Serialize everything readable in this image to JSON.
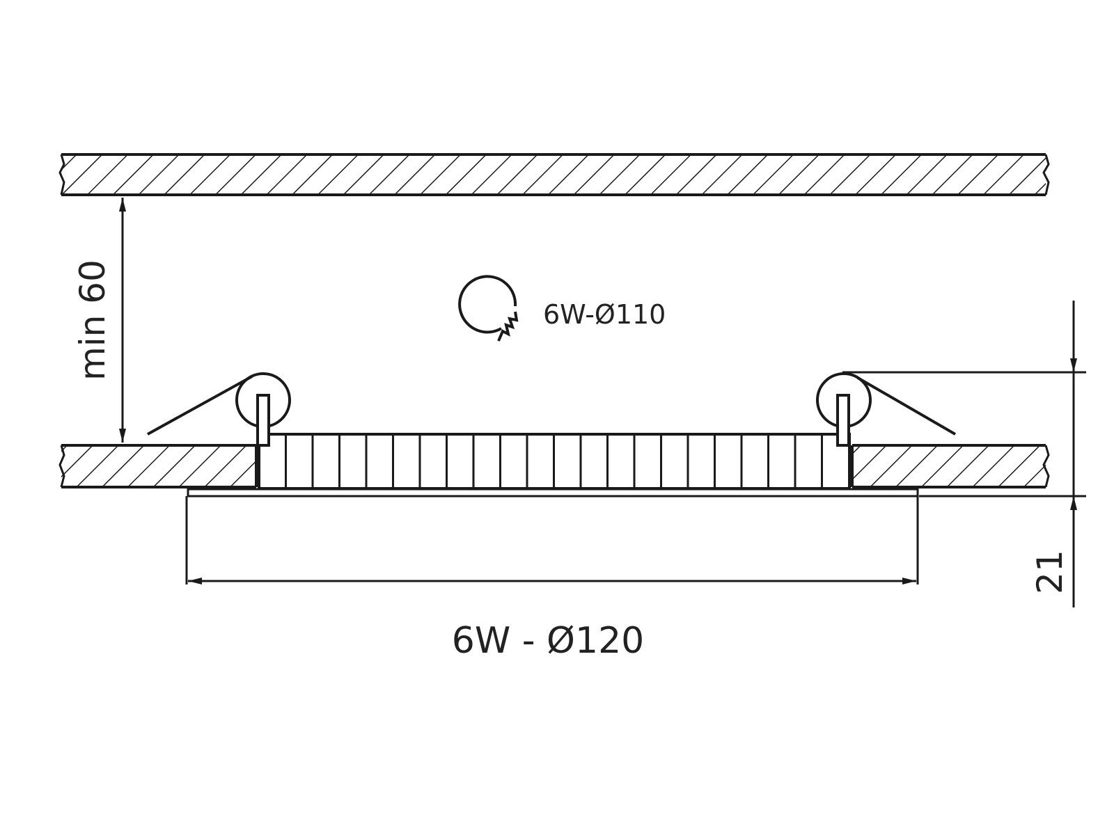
{
  "labels": {
    "cutout": "6W-Ø110",
    "overall_diameter": "6W - Ø120",
    "min_clearance": "min 60",
    "height": "21"
  },
  "icons": {
    "cutout_symbol": "hole-saw-cutout-icon"
  },
  "colors": {
    "line": "#1a1a1a",
    "background": "#ffffff"
  }
}
